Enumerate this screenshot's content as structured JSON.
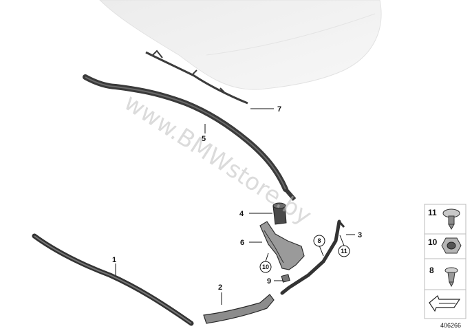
{
  "watermark": "www.BMWstore.by",
  "callouts": {
    "p1": "1",
    "p2": "2",
    "p3": "3",
    "p4": "4",
    "p5": "5",
    "p6": "6",
    "p7": "7",
    "p8": "8",
    "p9": "9",
    "p10": "10",
    "p11": "11"
  },
  "legend": {
    "item_11": "11",
    "item_10": "10",
    "item_8": "8"
  },
  "diagram_number": "406266"
}
